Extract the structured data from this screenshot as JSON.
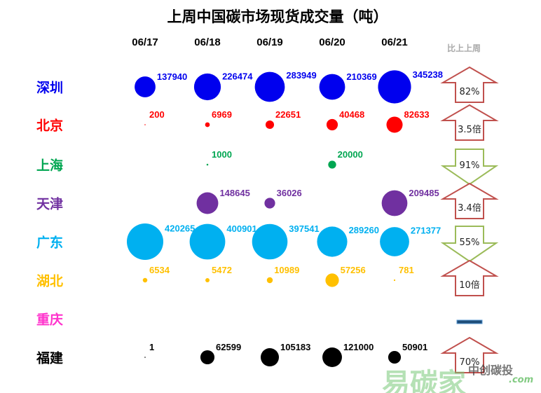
{
  "chart_data": {
    "type": "scatter",
    "subtype": "bubble-matrix",
    "title": "上周中国碳市场现货成交量（吨）",
    "categories": [
      "06/17",
      "06/18",
      "06/19",
      "06/20",
      "06/21"
    ],
    "ratio_header": "比上上周",
    "series": [
      {
        "name": "深圳",
        "color": "#0000ee",
        "values": [
          137940,
          226474,
          283949,
          210369,
          345238
        ],
        "change": "82%",
        "direction": "up"
      },
      {
        "name": "北京",
        "color": "#ff0000",
        "values": [
          200,
          6969,
          22651,
          40468,
          82633
        ],
        "change": "3.5倍",
        "direction": "up"
      },
      {
        "name": "上海",
        "color": "#00a651",
        "values": [
          null,
          1000,
          null,
          20000,
          null
        ],
        "change": "91%",
        "direction": "down"
      },
      {
        "name": "天津",
        "color": "#7030a0",
        "values": [
          null,
          148645,
          36026,
          null,
          209485
        ],
        "change": "3.4倍",
        "direction": "up"
      },
      {
        "name": "广东",
        "color": "#00b0f0",
        "values": [
          420265,
          400901,
          397541,
          289260,
          271377
        ],
        "change": "55%",
        "direction": "down"
      },
      {
        "name": "湖北",
        "color": "#ffc000",
        "values": [
          6534,
          5472,
          10989,
          57256,
          781
        ],
        "change": "10倍",
        "direction": "up"
      },
      {
        "name": "重庆",
        "color": "#ff33cc",
        "values": [
          null,
          null,
          null,
          null,
          null
        ],
        "change": "",
        "direction": "flat"
      },
      {
        "name": "福建",
        "color": "#000000",
        "values": [
          1,
          62599,
          105183,
          121000,
          50901
        ],
        "change": "70%",
        "direction": "up"
      }
    ]
  },
  "watermark": {
    "brand": "易碳家",
    "sub": "中创碳投",
    "domain": ".com"
  }
}
